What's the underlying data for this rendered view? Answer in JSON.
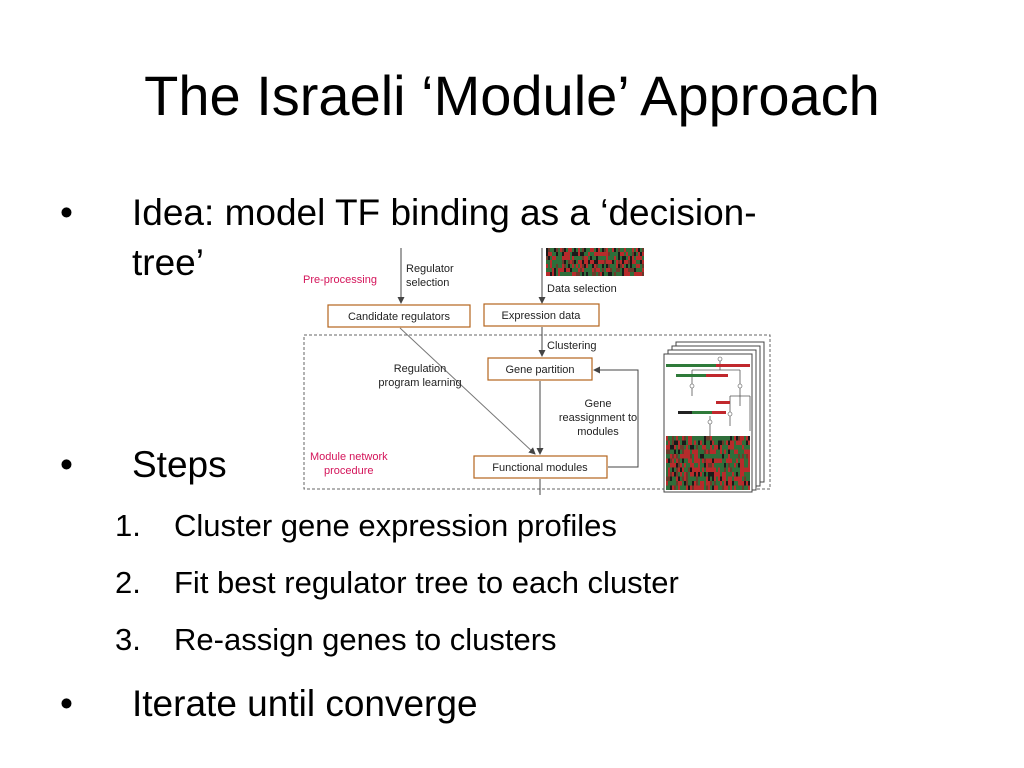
{
  "slide": {
    "title": "The Israeli ‘Module’ Approach",
    "bullets": [
      {
        "symbol": "•",
        "line1": "Idea: model TF binding as a ‘decision-",
        "line2": "tree’"
      },
      {
        "symbol": "•",
        "line1": "Steps"
      },
      {
        "symbol": "•",
        "line1": "Iterate until converge"
      }
    ],
    "steps": [
      {
        "num": "1.",
        "text": "Cluster gene expression profiles"
      },
      {
        "num": "2.",
        "text": "Fit best regulator tree to each cluster"
      },
      {
        "num": "3.",
        "text": "Re-assign genes to clusters"
      }
    ]
  },
  "diagram": {
    "colors": {
      "pink_label": "#d4145a",
      "box_border": "#b5651d",
      "line": "#555555",
      "dashed": "#555555",
      "heat_red": "#c0282d",
      "heat_green": "#2f7a3a"
    },
    "labels": {
      "pre_processing": "Pre-processing",
      "regulator_selection_1": "Regulator",
      "regulator_selection_2": "selection",
      "data_selection": "Data selection",
      "candidate_regulators": "Candidate regulators",
      "expression_data": "Expression data",
      "clustering": "Clustering",
      "regulation_1": "Regulation",
      "regulation_2": "program learning",
      "gene_partition": "Gene partition",
      "gene_reassign_1": "Gene",
      "gene_reassign_2": "reassignment to",
      "gene_reassign_3": "modules",
      "module_network_1": "Module network",
      "module_network_2": "procedure",
      "functional_modules": "Functional modules"
    }
  }
}
